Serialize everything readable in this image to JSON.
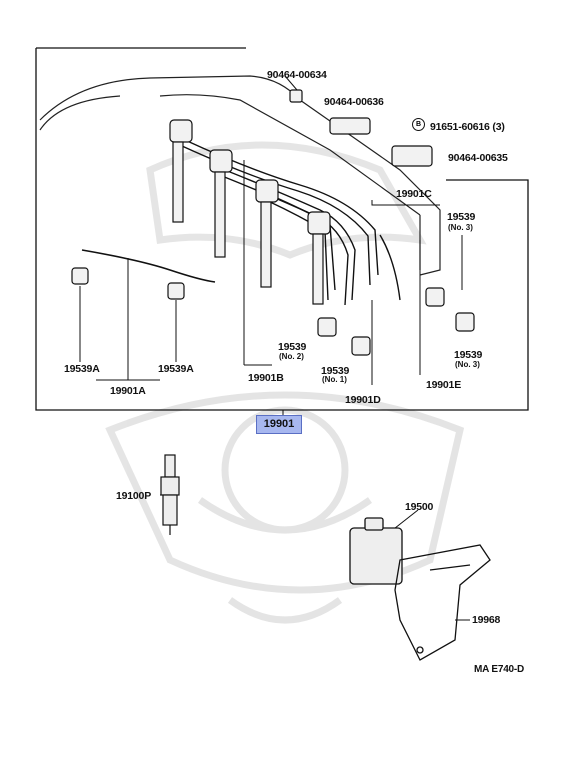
{
  "parts": {
    "p90464_00634": "90464-00634",
    "p90464_00636": "90464-00636",
    "p91651_60616": "91651-60616 (3)",
    "p90464_00635": "90464-00635",
    "p19901C": "19901C",
    "p19539_no3_top": "19539",
    "p19539_no3_top_sub": "(No. 3)",
    "p19539_no2": "19539",
    "p19539_no2_sub": "(No. 2)",
    "p19539_no1": "19539",
    "p19539_no1_sub": "(No. 1)",
    "p19539_no3_low": "19539",
    "p19539_no3_low_sub": "(No. 3)",
    "p19539A_left": "19539A",
    "p19539A_right": "19539A",
    "p19901A": "19901A",
    "p19901B": "19901B",
    "p19901D": "19901D",
    "p19901E": "19901E",
    "p19901": "19901",
    "p19100P": "19100P",
    "p19500": "19500",
    "p19968": "19968",
    "circled_B": "B"
  },
  "footer": {
    "code": "MA  E740-D"
  },
  "colors": {
    "highlight": "#a7b7ef",
    "ink": "#111111",
    "watermark": "#e4e4e4"
  }
}
